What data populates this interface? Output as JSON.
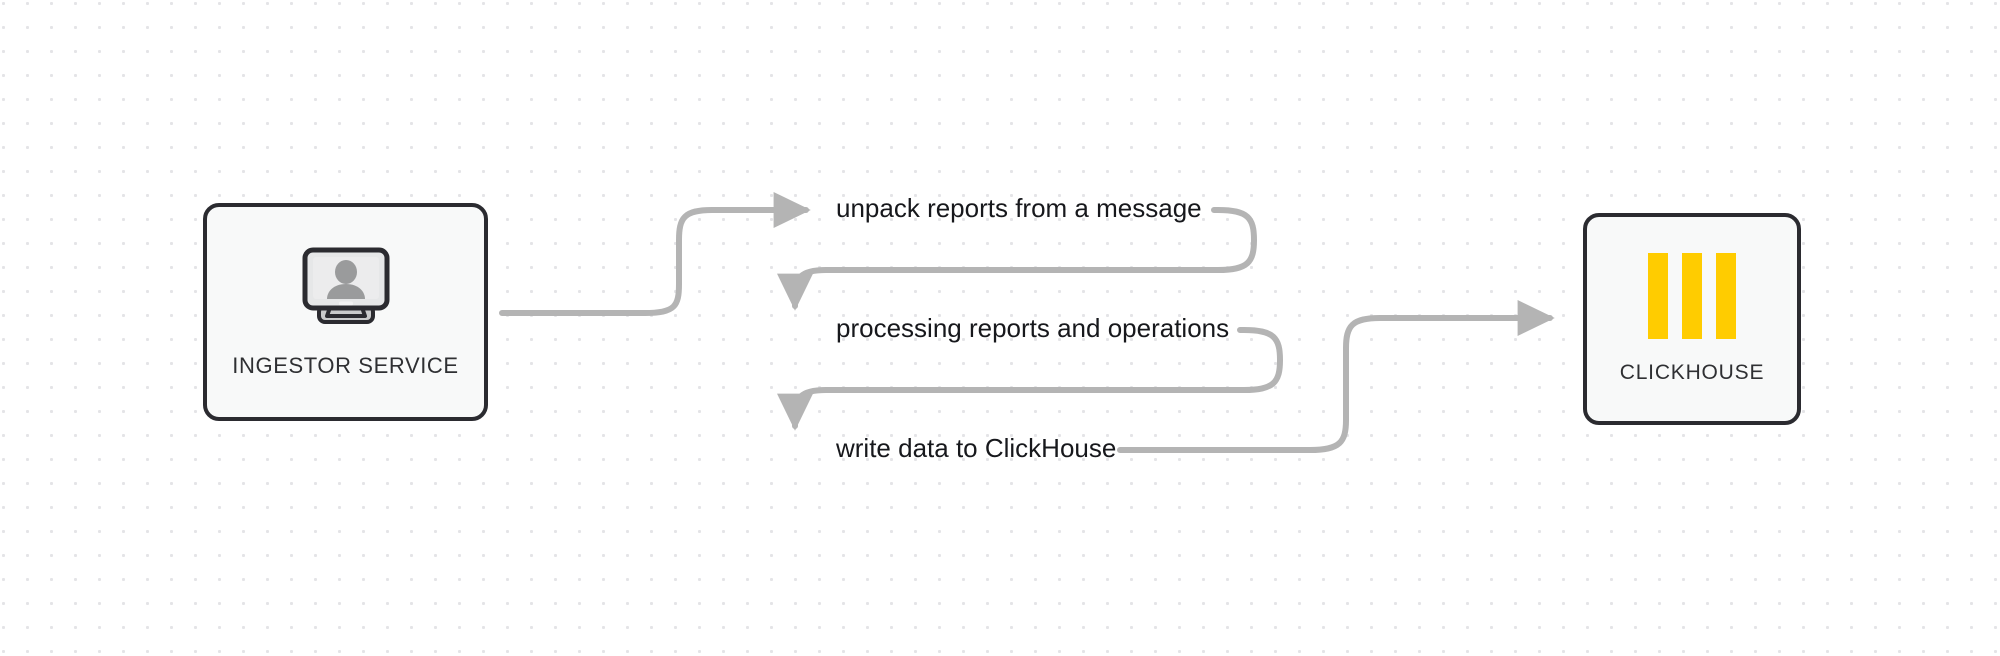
{
  "diagram": {
    "background_color": "#ffffff",
    "dot_grid_color": "#e4e4e7",
    "edge_color": "#b4b4b4",
    "node_border_color": "#2b2b30",
    "node_fill_color": "#f8f9f9",
    "accent_color": "#ffcc00"
  },
  "nodes": [
    {
      "id": "ingestor-service",
      "label": "INGESTOR SERVICE",
      "icon": "monitor-user-icon"
    },
    {
      "id": "clickhouse",
      "label": "CLICKHOUSE",
      "icon": "clickhouse-bars-icon"
    }
  ],
  "edges": [
    {
      "id": "edge-1",
      "label": "unpack reports from a message"
    },
    {
      "id": "edge-2",
      "label": "processing reports and operations"
    },
    {
      "id": "edge-3",
      "label": "write data to ClickHouse"
    }
  ]
}
